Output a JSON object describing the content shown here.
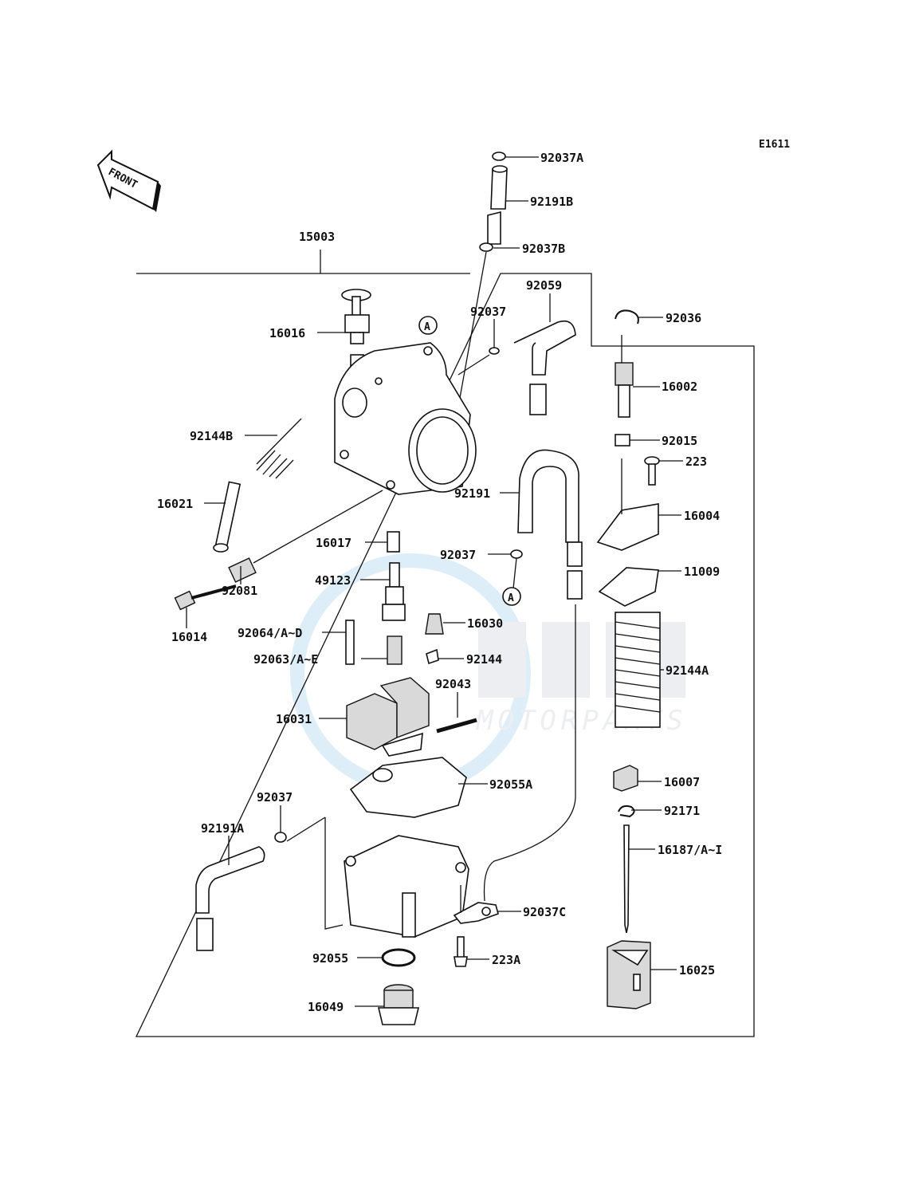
{
  "diagram": {
    "code": "E1611",
    "front_label": "FRONT",
    "ref_marker": "A",
    "watermark_sub": "MOTORPARTS"
  },
  "parts": {
    "p92037A": "92037A",
    "p92191B": "92191B",
    "p92037B": "92037B",
    "p15003": "15003",
    "p92059": "92059",
    "p92037_top": "92037",
    "p92036": "92036",
    "p16016": "16016",
    "p16002": "16002",
    "p92144B": "92144B",
    "p92015": "92015",
    "p223": "223",
    "p16021": "16021",
    "p92191": "92191",
    "p16004": "16004",
    "p16017": "16017",
    "p92037_mid": "92037",
    "p11009": "11009",
    "p49123": "49123",
    "p92081": "92081",
    "p16014": "16014",
    "p92064": "92064/A~D",
    "p16030": "16030",
    "p92063": "92063/A~E",
    "p92144": "92144",
    "p92144A": "92144A",
    "p92043": "92043",
    "p16031": "16031",
    "p16007": "16007",
    "p92055A": "92055A",
    "p92037_low": "92037",
    "p92171": "92171",
    "p92191A": "92191A",
    "p16187": "16187/A~I",
    "p92037C": "92037C",
    "p92055": "92055",
    "p223A": "223A",
    "p16025": "16025",
    "p16049": "16049"
  }
}
